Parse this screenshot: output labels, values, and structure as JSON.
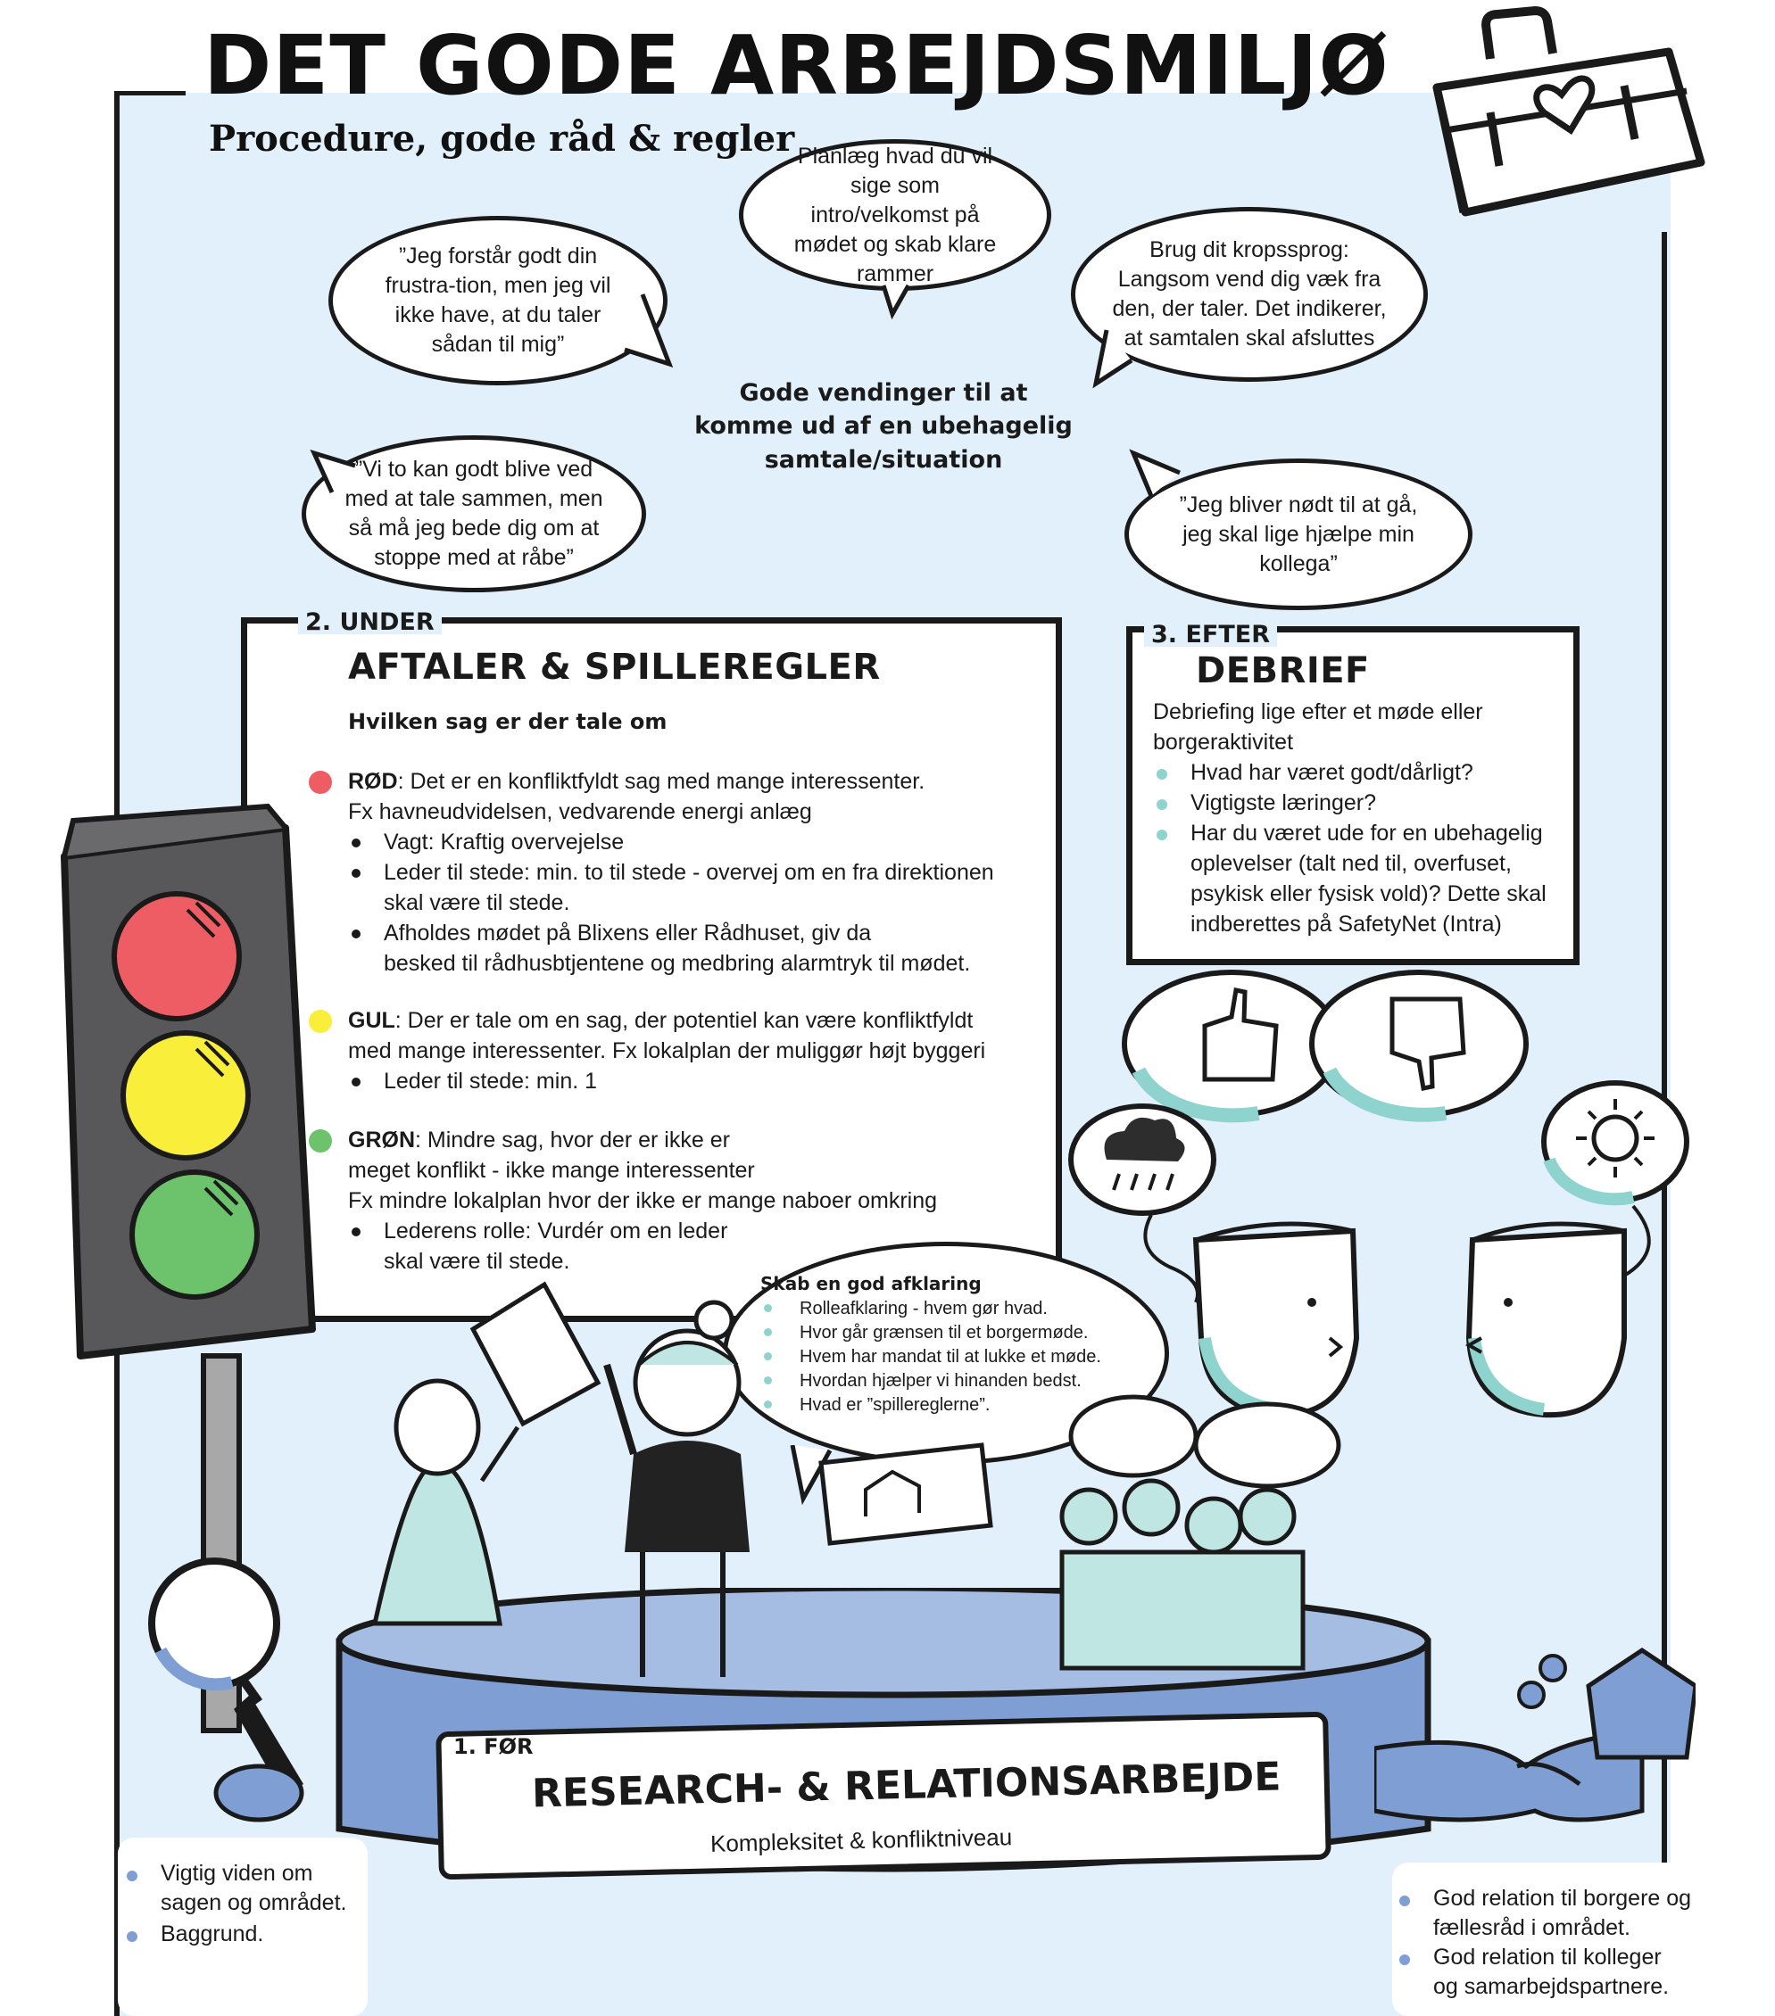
{
  "header": {
    "title": "DET GODE ARBEJDSMILJØ",
    "subtitle": "Procedure, gode råd & regler"
  },
  "phrases": {
    "heading": "Gode vendinger til at komme ud af en ubehagelig samtale/situation",
    "bubble_understand": "”Jeg forstår godt din frustra-tion, men jeg vil ikke have, at du taler sådan til mig”",
    "bubble_plan": "Planlæg hvad du vil sige som intro/velkomst på mødet og skab klare rammer",
    "bubble_body": "Brug dit kropssprog: Langsom vend dig væk fra den, der taler. Det indikerer, at samtalen skal afsluttes",
    "bubble_shout": "”Vi to kan godt blive ved med at tale sammen, men så må jeg bede dig om at stoppe med at råbe”",
    "bubble_leave": "”Jeg bliver nødt til at gå, jeg skal lige hjælpe min kollega”"
  },
  "under": {
    "tag": "2. UNDER",
    "title": "AFTALER & SPILLEREGLER",
    "question": "Hvilken sag er der tale om",
    "red_label": "RØD",
    "red_text": ": Det er en konfliktfyldt sag med mange interessenter.",
    "red_example": "Fx havneudvidelsen, vedvarende energi anlæg",
    "red_b1": "Vagt: Kraftig overvejelse",
    "red_b2a": "Leder til stede: min. to til stede - overvej om en fra direktionen",
    "red_b2b": "skal være til stede.",
    "red_b3a": "Afholdes mødet på Blixens eller Rådhuset, giv da",
    "red_b3b": "besked til rådhusbtjentene og medbring alarmtryk til mødet.",
    "yellow_label": "GUL",
    "yellow_text": ": Der er tale om en sag, der potentiel kan være konfliktfyldt",
    "yellow_text2": "med mange interessenter. Fx lokalplan der muliggør højt byggeri",
    "yellow_b1": "Leder til stede: min. 1",
    "green_label": "GRØN",
    "green_text": ": Mindre sag, hvor der er ikke er",
    "green_text2": "meget konflikt - ikke mange interessenter",
    "green_text3": "Fx mindre lokalplan hvor der ikke er mange naboer omkring",
    "green_b1a": "Lederens rolle: Vurdér om en leder",
    "green_b1b": "skal være til stede."
  },
  "after": {
    "tag": "3. EFTER",
    "title": "DEBRIEF",
    "intro1": "Debriefing lige efter et møde eller",
    "intro2": "borgeraktivitet",
    "b1": "Hvad har været godt/dårligt?",
    "b2": "Vigtigste læringer?",
    "b3a": "Har du været ude for en ubehagelig",
    "b3b": "oplevelser (talt ned til, overfuset,",
    "b3c": "psykisk eller fysisk vold)? Dette skal",
    "b3d": "indberettes på SafetyNet (Intra)"
  },
  "clarify": {
    "title": "Skab en god afklaring",
    "items": [
      "Rolleafklaring - hvem gør hvad.",
      "Hvor går grænsen til et borgermøde.",
      "Hvem har mandat til at lukke et møde.",
      "Hvordan hjælper vi hinanden bedst.",
      "Hvad er ”spillereglerne”."
    ]
  },
  "before": {
    "tag": "1. FØR",
    "title": "RESEARCH- & RELATIONSARBEJDE",
    "subtitle": "Kompleksitet & konfliktniveau",
    "left_items": [
      "Vigtig viden om sagen og området.",
      "Baggrund."
    ],
    "right_items": [
      "God relation til borgere og fællesråd i området.",
      "God relation til kolleger og samarbejdspartnere."
    ]
  },
  "icons": {
    "red": "#ee5d63",
    "yellow": "#f9ee3a",
    "green": "#6cc36c",
    "teal": "#8fd3cf",
    "blue": "#7e9ed4",
    "bg": "#e2f0fb",
    "dark": "#1a1a1a"
  }
}
